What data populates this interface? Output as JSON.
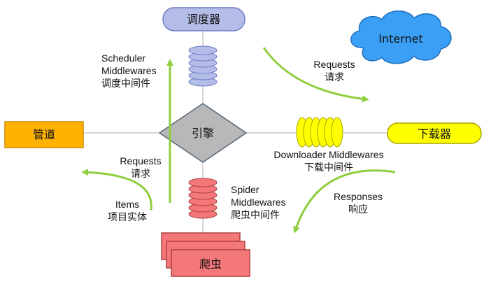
{
  "nodes": {
    "scheduler": "调度器",
    "internet": "Internet",
    "pipeline": "管道",
    "engine": "引擎",
    "downloader": "下载器",
    "spider": "爬虫"
  },
  "labels": {
    "scheduler_mw": [
      "Scheduler",
      "Middlewares",
      "调度中间件"
    ],
    "requests_top": [
      "Requests",
      "请求"
    ],
    "downloader_mw": [
      "Downloader Middlewares",
      "下载中间件"
    ],
    "requests_left": [
      "Requests",
      "请求"
    ],
    "items": [
      "Items",
      "项目实体"
    ],
    "spider_mw": [
      "Spider",
      "Middlewares",
      "爬虫中间件"
    ],
    "responses": [
      "Responses",
      "响应"
    ]
  },
  "colors": {
    "scheduler_fill": "#b4bde8",
    "internet_fill": "#3ba0f5",
    "pipeline_fill": "#ffb300",
    "engine_fill": "#b8b8b8",
    "downloader_fill": "#ffff00",
    "spider_fill": "#f4777a",
    "arrow": "#8fce3e",
    "line": "#b0b0b0"
  }
}
